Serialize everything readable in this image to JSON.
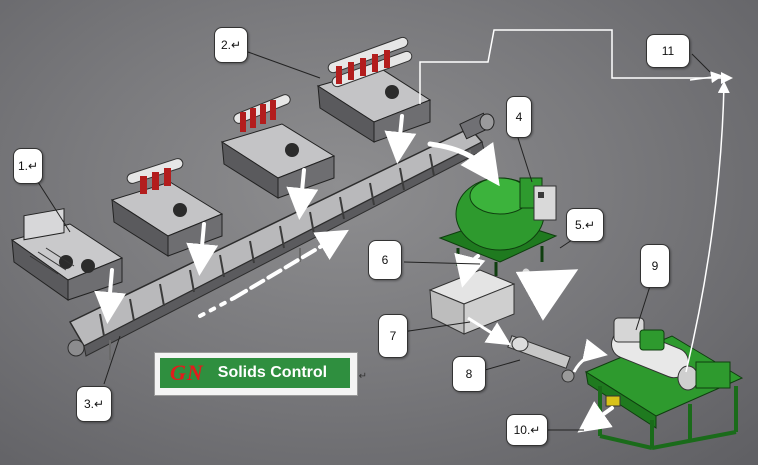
{
  "labels": {
    "l1": "1.↵",
    "l2": "2.↵",
    "l3": "3.↵",
    "l4": "4",
    "l5": "5.↵",
    "l6": "6",
    "l7": "7",
    "l8": "8",
    "l9": "9",
    "l10": "10.↵",
    "l11": "11"
  },
  "logo": {
    "brand": "GN",
    "text": "Solids Control",
    "mark": "↵"
  },
  "colors": {
    "equipment_green": "#2e9a2e",
    "shaker_red": "#b31d1d",
    "frame_dark": "#3a3a3a",
    "arrow_white": "#ffffff",
    "logo_green": "#2f8f3f",
    "logo_red": "#e21c1c"
  }
}
